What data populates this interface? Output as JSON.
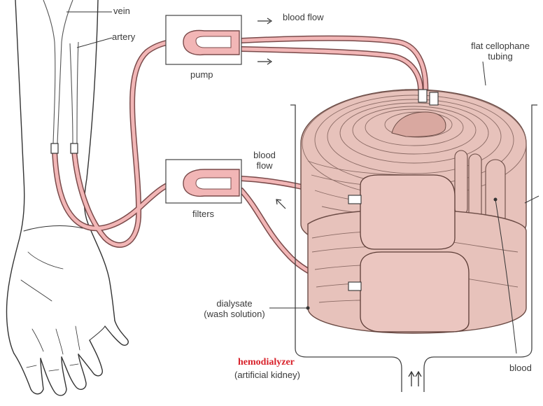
{
  "colors": {
    "tube_fill": "#f2b6b6",
    "tube_stroke": "#7a4a4a",
    "coil_fill": "#e7c2bb",
    "coil_line": "#8a6a64",
    "ink": "#333333",
    "title_red": "#d8212a"
  },
  "labels": {
    "vein": "vein",
    "artery": "artery",
    "blood_flow_top": "blood flow",
    "pump": "pump",
    "flat_cellophane_1": "flat cellophane",
    "flat_cellophane_2": "tubing",
    "blood_flow_mid_1": "blood",
    "blood_flow_mid_2": "flow",
    "filters": "filters",
    "dialysate_1": "dialysate",
    "dialysate_2": "(wash solution)",
    "hemodialyzer": "hemodialyzer",
    "artificial_kidney": "(artificial kidney)",
    "blood": "blood"
  },
  "arrows": {
    "flow_right": "→",
    "up_pair": "⇈"
  }
}
